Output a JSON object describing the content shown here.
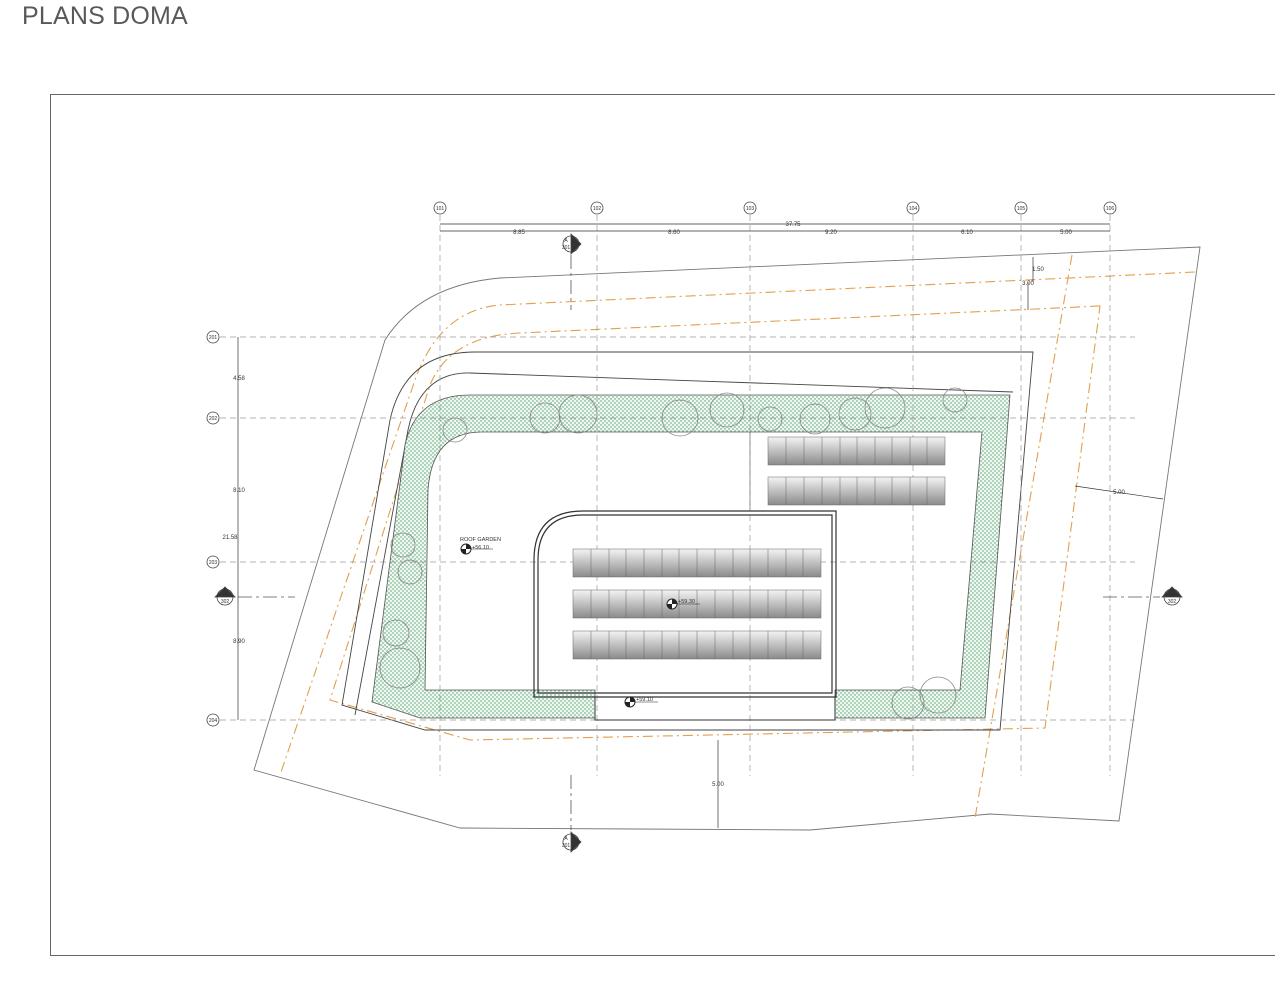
{
  "title": "PLANS DOMA",
  "drawing": {
    "grid_columns": [
      "101",
      "102",
      "103",
      "104",
      "105",
      "106"
    ],
    "grid_rows": [
      "201",
      "202",
      "203",
      "204"
    ],
    "column_dimensions": [
      "8.85",
      "8.60",
      "9.20",
      "6.10",
      "5.00"
    ],
    "overall_width": "37.75",
    "row_dimensions": [
      "4.58",
      "8.10",
      "8.90"
    ],
    "overall_depth": "21.58",
    "setback_dims": {
      "top_a": "1.50",
      "top_b": "3.00",
      "right": "5.00",
      "bottom": "5.00"
    },
    "roof_garden_label": "ROOF GARDEN",
    "levels": {
      "roof_garden": "+56.10",
      "upper": "+59.30",
      "lower": "+59.10"
    },
    "sections": {
      "a_letter": "A",
      "a_sheet": "301",
      "b_letter": "B",
      "b_sheet": "302"
    },
    "colors": {
      "line": "#333333",
      "setback": "#e0a050",
      "planting": "#4f9a6a",
      "grid": "#9a9a9a"
    }
  }
}
